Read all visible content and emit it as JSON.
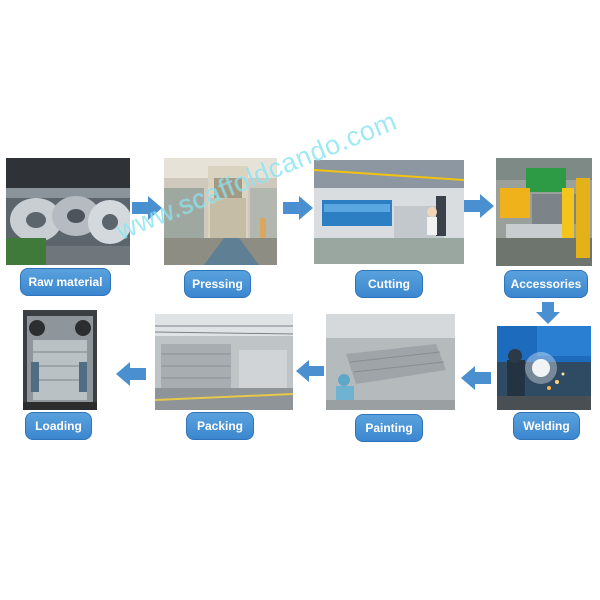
{
  "steps": [
    {
      "label": "Raw material"
    },
    {
      "label": "Pressing"
    },
    {
      "label": "Cutting"
    },
    {
      "label": "Accessories"
    },
    {
      "label": "Welding"
    },
    {
      "label": "Painting"
    },
    {
      "label": "Packing"
    },
    {
      "label": "Loading"
    }
  ],
  "watermark": "www.scaffoldcando.com",
  "colors": {
    "label_fill": "#4a95d6",
    "arrow": "#4a8fd0",
    "watermark": "#50d7eb"
  }
}
